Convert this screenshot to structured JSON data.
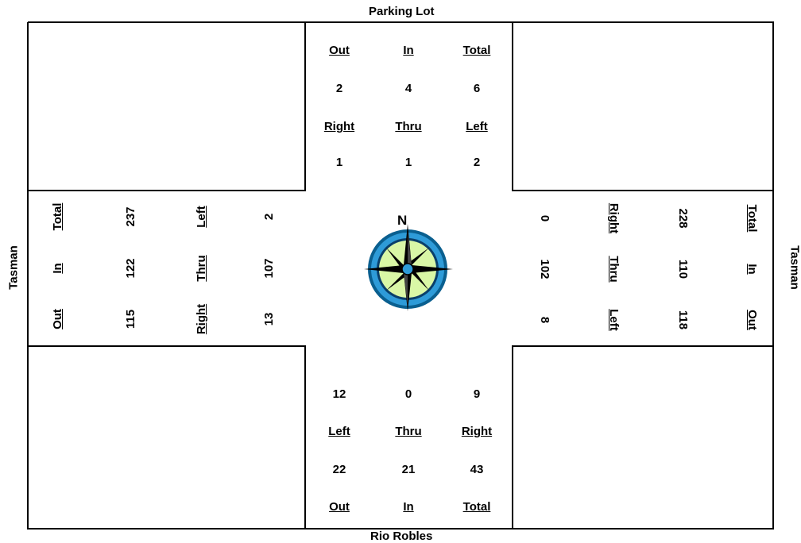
{
  "roads": {
    "north": "Parking Lot",
    "south": "Rio Robles",
    "west": "Tasman",
    "east": "Tasman"
  },
  "compass": {
    "label": "N"
  },
  "north_approach": {
    "headers": [
      "Out",
      "In",
      "Total"
    ],
    "values": [
      "2",
      "4",
      "6"
    ],
    "movements": [
      "Right",
      "Thru",
      "Left"
    ],
    "movement_values": [
      "1",
      "1",
      "2"
    ]
  },
  "south_approach": {
    "movement_values": [
      "12",
      "0",
      "9"
    ],
    "movements": [
      "Left",
      "Thru",
      "Right"
    ],
    "values": [
      "22",
      "21",
      "43"
    ],
    "headers": [
      "Out",
      "In",
      "Total"
    ]
  },
  "west_approach": {
    "headers": [
      "Total",
      "In",
      "Out"
    ],
    "values": [
      "237",
      "122",
      "115"
    ],
    "movements": [
      "Left",
      "Thru",
      "Right"
    ],
    "movement_values": [
      "2",
      "107",
      "13"
    ]
  },
  "east_approach": {
    "movement_values": [
      "0",
      "102",
      "8"
    ],
    "movements": [
      "Right",
      "Thru",
      "Left"
    ],
    "values": [
      "228",
      "110",
      "118"
    ],
    "headers": [
      "Total",
      "In",
      "Out"
    ]
  }
}
